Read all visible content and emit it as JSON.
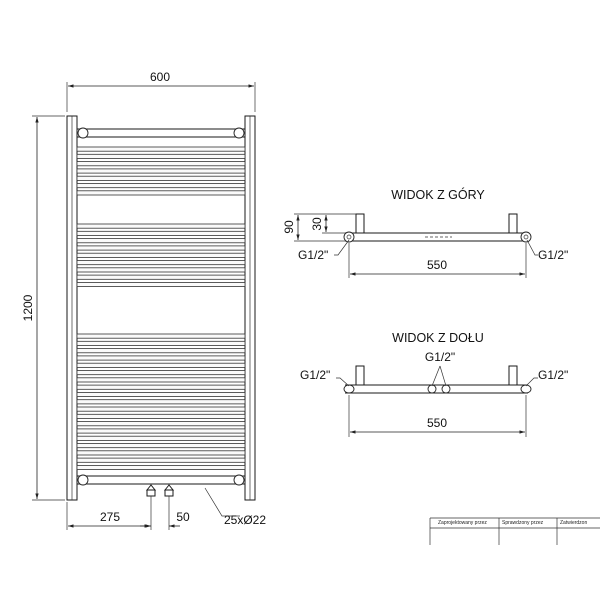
{
  "front_view": {
    "width_label": "600",
    "height_label": "1200",
    "offset_label": "275",
    "spacing_label": "50",
    "tubes_label": "25xØ22"
  },
  "top_view": {
    "title": "WIDOK Z GÓRY",
    "depth_label": "90",
    "pipe_offset_label": "30",
    "left_thread": "G1/2\"",
    "right_thread": "G1/2\"",
    "span_label": "550"
  },
  "bottom_view": {
    "title": "WIDOK Z DOŁU",
    "left_thread": "G1/2\"",
    "center_thread": "G1/2\"",
    "right_thread": "G1/2\"",
    "span_label": "550"
  },
  "title_block": {
    "designed_by": "Zaprojektowany przez",
    "checked_by": "Sprawdzony przez",
    "approved_by": "Zatwierdzon"
  }
}
